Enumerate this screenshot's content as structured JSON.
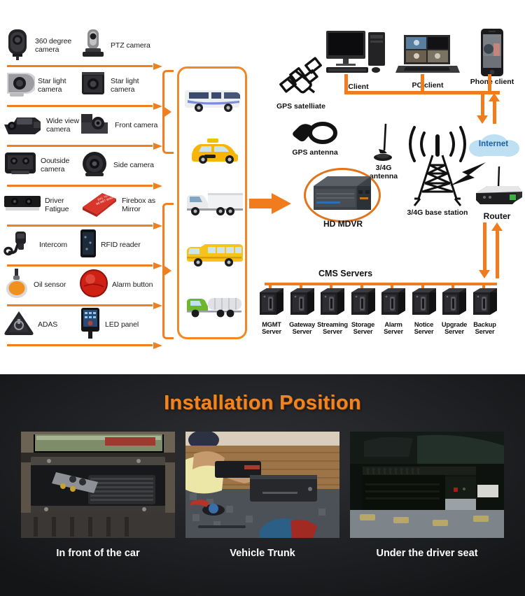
{
  "diagram": {
    "device_rows": [
      {
        "left": {
          "label": "360 degree\ncamera",
          "icon": "dome-camera-icon"
        },
        "right": {
          "label": "PTZ camera",
          "icon": "ptz-camera-icon"
        }
      },
      {
        "left": {
          "label": "Star light\ncamera",
          "icon": "starlight-camera-icon"
        },
        "right": {
          "label": "Star light\ncamera",
          "icon": "box-camera-icon"
        }
      },
      {
        "left": {
          "label": "Wide view\ncamera",
          "icon": "wide-view-camera-icon"
        },
        "right": {
          "label": "Front camera",
          "icon": "front-camera-icon"
        }
      },
      {
        "left": {
          "label": "Ooutside\ncamera",
          "icon": "outside-camera-icon"
        },
        "right": {
          "label": "Side camera",
          "icon": "side-camera-icon"
        }
      },
      {
        "left": {
          "label": "Driver\nFatigue",
          "icon": "driver-fatigue-icon"
        },
        "right": {
          "label": "Firebox as Mirror",
          "icon": "firebox-icon"
        }
      },
      {
        "left": {
          "label": "Intercom",
          "icon": "intercom-icon"
        },
        "right": {
          "label": "RFID reader",
          "icon": "rfid-reader-icon"
        }
      },
      {
        "left": {
          "label": "Oil sensor",
          "icon": "oil-sensor-icon"
        },
        "right": {
          "label": "Alarm button",
          "icon": "alarm-button-icon"
        }
      },
      {
        "left": {
          "label": "ADAS",
          "icon": "adas-icon"
        },
        "right": {
          "label": "LED panel",
          "icon": "led-panel-icon"
        }
      }
    ],
    "vehicles": [
      {
        "name": "city-bus"
      },
      {
        "name": "taxi"
      },
      {
        "name": "semi-truck"
      },
      {
        "name": "school-bus"
      },
      {
        "name": "tanker-truck"
      }
    ],
    "nodes": {
      "gps_satellite": "GPS satelliate",
      "gps_antenna": "GPS antenna",
      "client": "Client",
      "pc_client": "PC client",
      "phone_client": "Phone client",
      "antenna_4g": "3/4G\nantenna",
      "base_station": "3/4G base station",
      "internet": "Internet",
      "router": "Router",
      "mdvr": "HD MDVR"
    },
    "cms": {
      "title": "CMS Servers",
      "servers": [
        "MGMT\nServer",
        "Gateway\nServer",
        "Streaming\nServer",
        "Storage\nServer",
        "Alarm\nServer",
        "Notice\nServer",
        "Upgrade\nServer",
        "Backup\nServer"
      ]
    },
    "colors": {
      "orange": "#f07c1d",
      "orange_light": "#ef8022",
      "ring": "#e2741c",
      "text": "#111111"
    }
  },
  "install": {
    "title": "Installation Position",
    "title_color": "#f08422",
    "photos": [
      {
        "caption": "In front of the car",
        "scene": "glovebox-mdvr-photo"
      },
      {
        "caption": "Vehicle Trunk",
        "scene": "technician-installing-mdvr-photo"
      },
      {
        "caption": "Under the driver seat",
        "scene": "mdvr-under-seat-photo"
      }
    ]
  }
}
